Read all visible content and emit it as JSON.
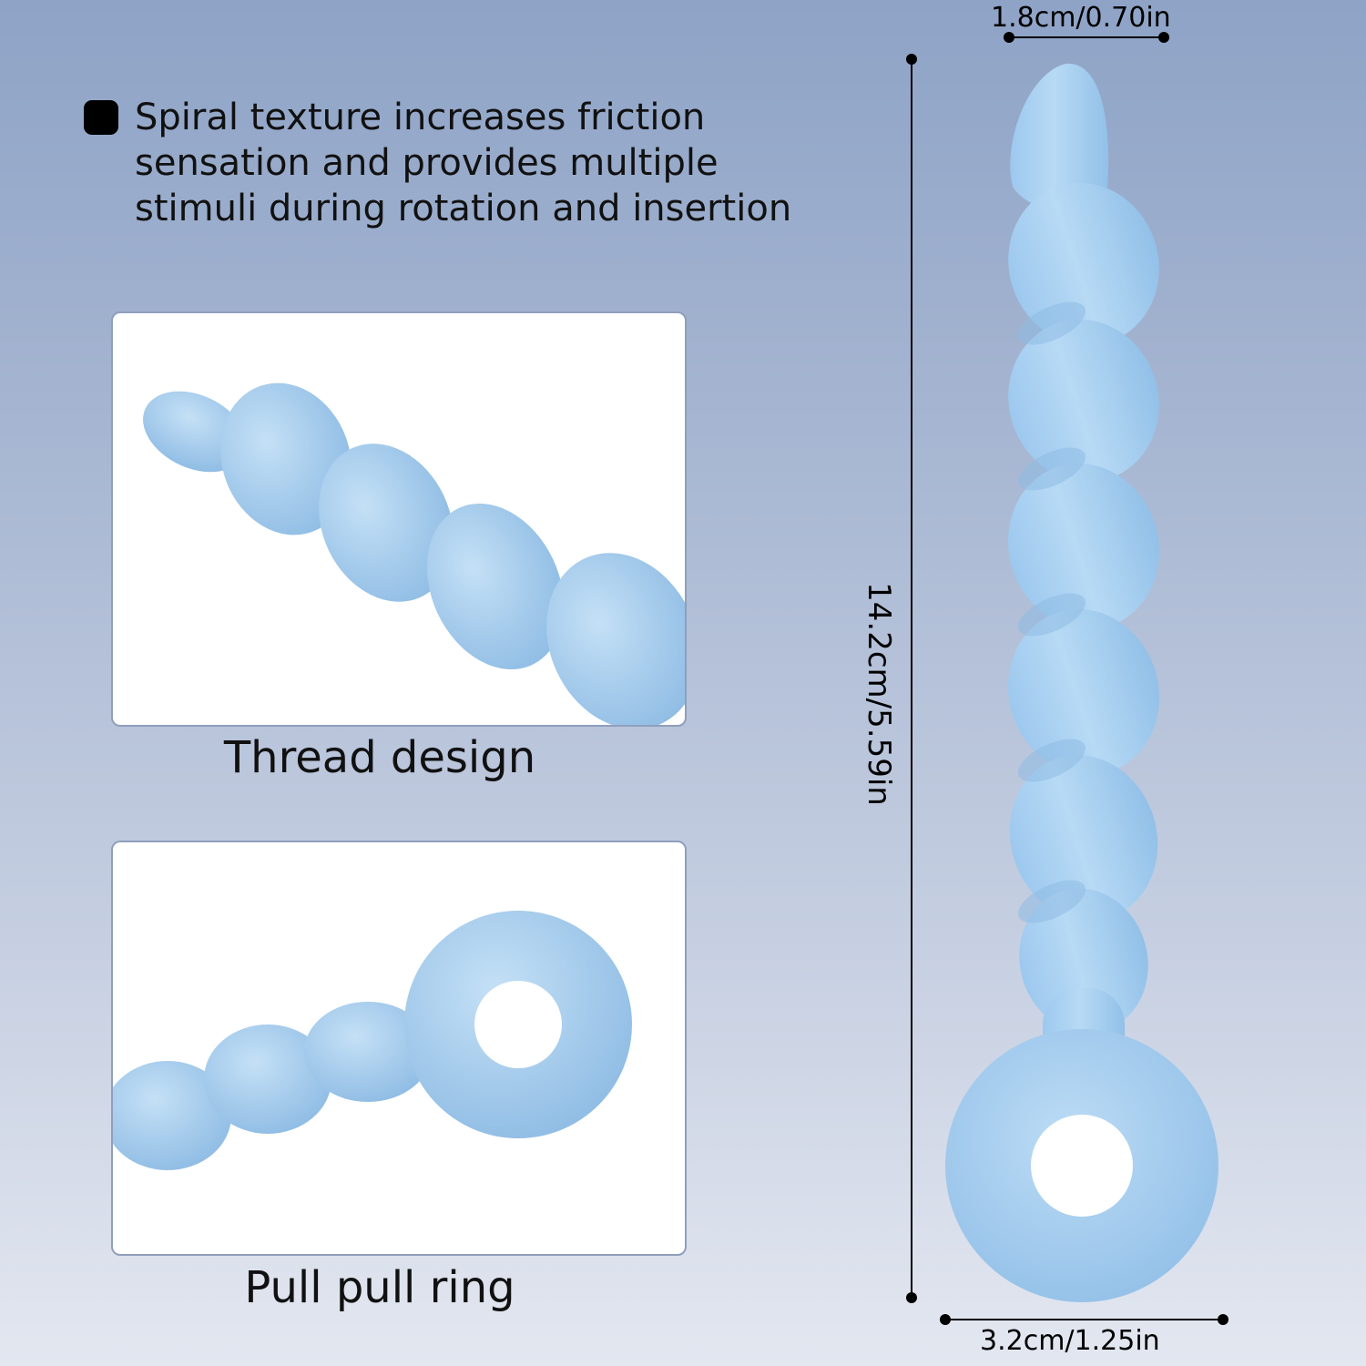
{
  "feature": {
    "icon": "square-bullet-icon",
    "line1": "Spiral texture increases friction",
    "line2": "sensation and provides multiple",
    "line3": "stimuli during rotation and insertion"
  },
  "panels": [
    {
      "caption": "Thread design"
    },
    {
      "caption": "Pull pull ring"
    }
  ],
  "dimensions": {
    "top_width": "1.8cm/0.70in",
    "length": "14.2cm/5.59in",
    "bottom_width": "3.2cm/1.25in"
  },
  "colors": {
    "product": "#a9cdee",
    "product_shade": "#8fbbe4",
    "background_top": "#8ea3c6",
    "background_bottom": "#e3e7f0"
  }
}
